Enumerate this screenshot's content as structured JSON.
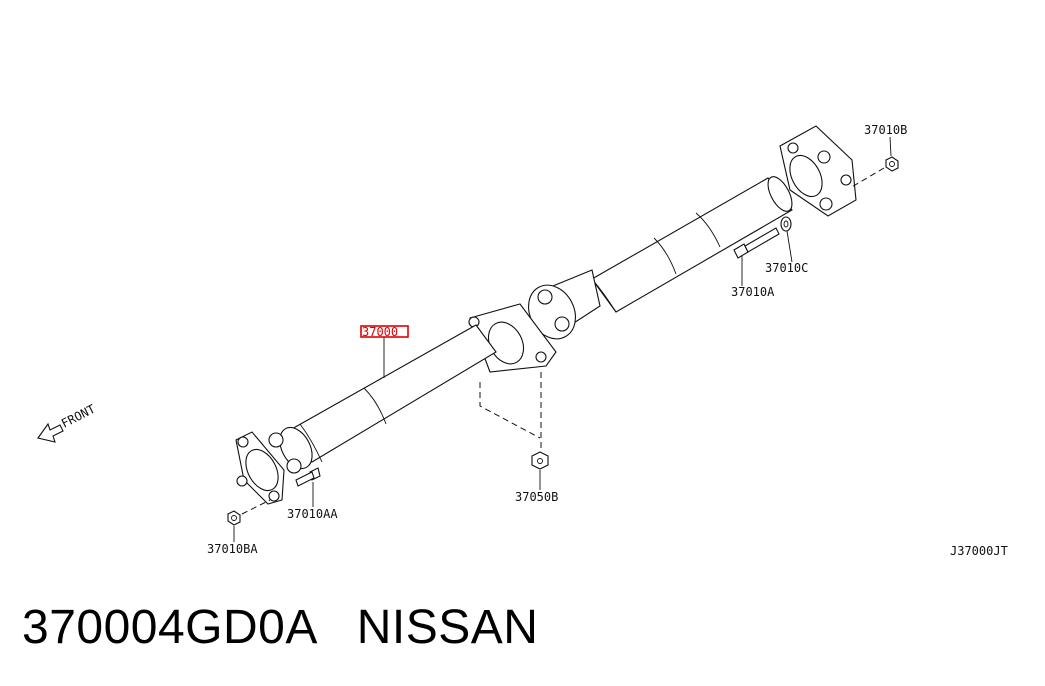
{
  "diagram": {
    "callouts": {
      "main": "37000",
      "bolt_rear_nut": "37010B",
      "washer": "37010C",
      "bolt_rear": "37010A",
      "bolt_front": "37010AA",
      "nut_front": "37010BA",
      "center_nut": "37050B"
    },
    "front_label": "FRONT",
    "drawing_code": "J37000JT",
    "highlight_color": "#e00000"
  },
  "caption": {
    "part_number": "370004GD0A",
    "brand": "NISSAN",
    "text": "370004GD0A   NISSAN"
  }
}
